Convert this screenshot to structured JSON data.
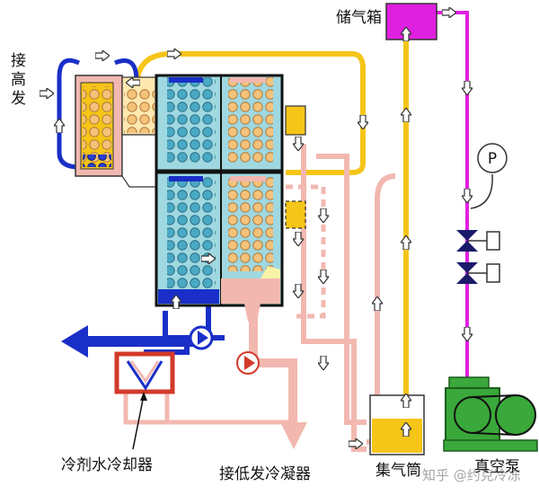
{
  "labels": {
    "high_pressure_generator": "接高发",
    "gas_storage_box": "储气箱",
    "refrigerant_water_cooler": "冷剂水冷却器",
    "low_pressure_condenser": "接低发冷凝器",
    "gas_collector": "集气筒",
    "vacuum_pump": "真空泵",
    "pressure_gauge": "P"
  },
  "watermark": "知乎 @约克冷冻",
  "colors": {
    "refrigerant_vapor_yellow": "#f5c518",
    "solution_pink": "#f2b8b0",
    "cooling_water_blue": "#1a2fc8",
    "vacuum_line_magenta": "#e020e0",
    "vessel_teal": "#9fd8e0",
    "tube_bundle_blue": "#4aa9c4",
    "tube_bundle_orange": "#f5c27a",
    "pump_green": "#3aa83a",
    "cooler_red": "#d23a2a"
  }
}
